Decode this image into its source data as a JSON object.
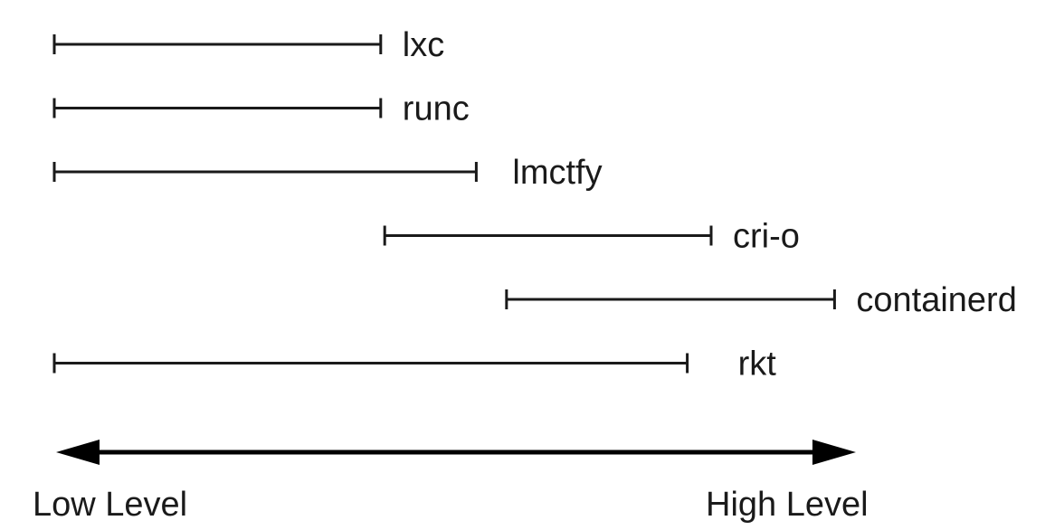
{
  "diagram": {
    "ranges": [
      {
        "name": "lxc",
        "start": 0.0,
        "end": 0.41
      },
      {
        "name": "runc",
        "start": 0.0,
        "end": 0.41
      },
      {
        "name": "lmctfy",
        "start": 0.0,
        "end": 0.53
      },
      {
        "name": "cri-o",
        "start": 0.415,
        "end": 0.825
      },
      {
        "name": "containerd",
        "start": 0.568,
        "end": 0.98
      },
      {
        "name": "rkt",
        "start": 0.0,
        "end": 0.795
      }
    ],
    "axis": {
      "low_label": "Low Level",
      "high_label": "High Level"
    },
    "colors": {
      "stroke": "#1a1a1a",
      "axis": "#000000",
      "background": "#ffffff"
    }
  }
}
